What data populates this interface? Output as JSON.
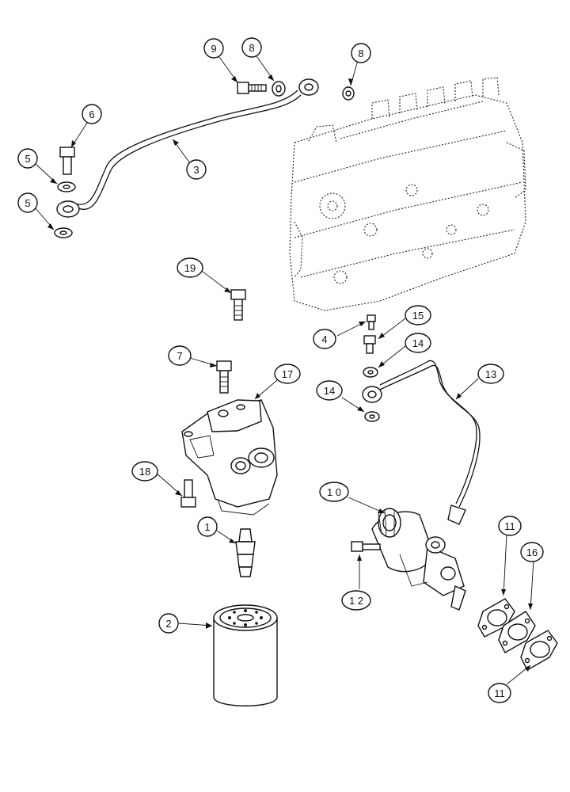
{
  "diagram": {
    "callouts": [
      {
        "id": "c9a",
        "label": "9"
      },
      {
        "id": "c8a",
        "label": "8"
      },
      {
        "id": "c8b",
        "label": "8"
      },
      {
        "id": "c6",
        "label": "6"
      },
      {
        "id": "c5a",
        "label": "5"
      },
      {
        "id": "c5b",
        "label": "5"
      },
      {
        "id": "c3",
        "label": "3"
      },
      {
        "id": "c19",
        "label": "19"
      },
      {
        "id": "c7",
        "label": "7"
      },
      {
        "id": "c17",
        "label": "17"
      },
      {
        "id": "c18",
        "label": "18"
      },
      {
        "id": "c1",
        "label": "1"
      },
      {
        "id": "c2",
        "label": "2"
      },
      {
        "id": "c4",
        "label": "4"
      },
      {
        "id": "c15",
        "label": "15"
      },
      {
        "id": "c14a",
        "label": "14"
      },
      {
        "id": "c14b",
        "label": "14"
      },
      {
        "id": "c13",
        "label": "13"
      },
      {
        "id": "c10",
        "label": "1 0"
      },
      {
        "id": "c12",
        "label": "1 2"
      },
      {
        "id": "c11a",
        "label": "11"
      },
      {
        "id": "c16",
        "label": "16"
      },
      {
        "id": "c11b",
        "label": "11"
      }
    ]
  }
}
